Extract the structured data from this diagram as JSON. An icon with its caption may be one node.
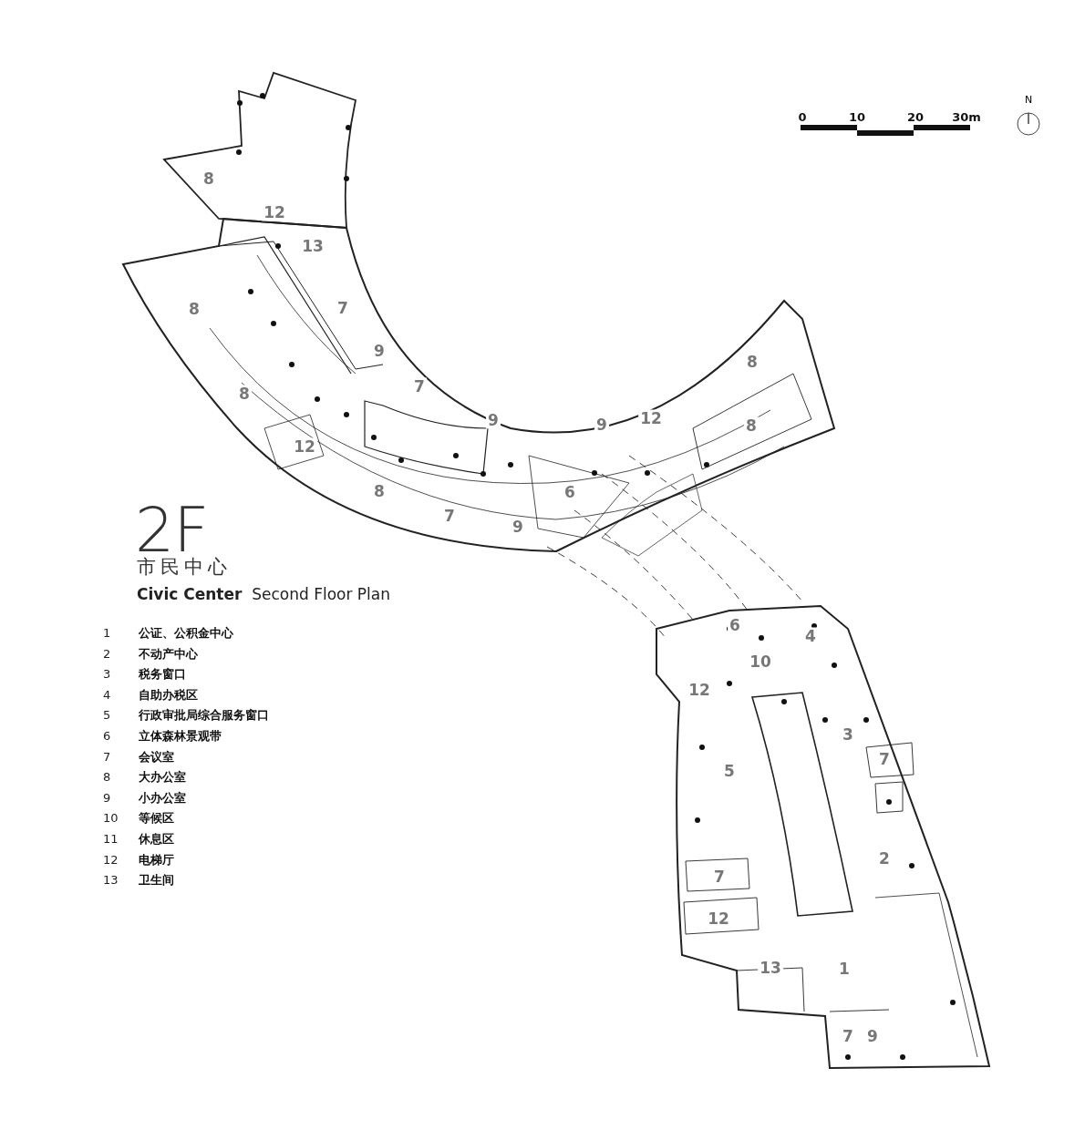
{
  "diagram": {
    "title": "2F",
    "labels": [
      "N",
      "0",
      "10",
      "20",
      "30m",
      "8",
      "12",
      "13",
      "8",
      "7",
      "9",
      "8",
      "8",
      "7",
      "9",
      "9",
      "12",
      "8",
      "12",
      "8",
      "6",
      "7",
      "9",
      "市民中心",
      "**Civic Center**  Second Floor Plan",
      "1",
      "公证、公积金中心",
      "2",
      "不动产中心",
      "3",
      "税务窗口",
      "4",
      "自助办税区",
      "5",
      "行政审批局综合服务窗口",
      "6",
      "立体森林景观带",
      "7",
      "会议室",
      "8",
      "大办公室",
      "9",
      "小办公室",
      "10",
      "等候区",
      "11",
      "休息区",
      "12",
      "电梯厅",
      "13",
      "卫生间",
      "6",
      "4",
      "10",
      "12",
      "3",
      "7",
      "5",
      "2",
      "7",
      "12",
      "13",
      "1",
      "7",
      "9"
    ]
  }
}
